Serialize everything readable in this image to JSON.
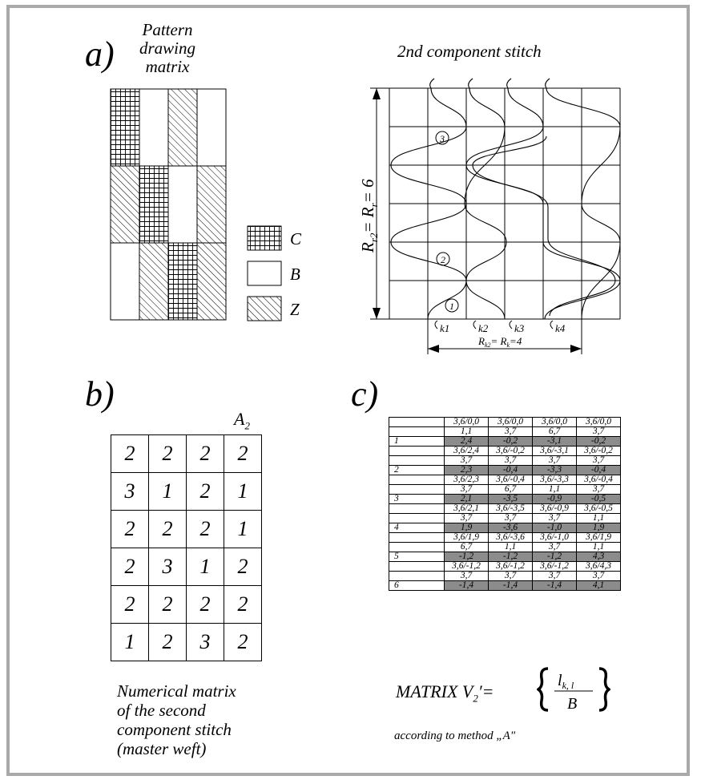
{
  "panel_a": {
    "label": "a)",
    "title_lines": [
      "Pattern",
      "drawing",
      "matrix"
    ],
    "legend": [
      {
        "key": "C",
        "fill": "grid"
      },
      {
        "key": "B",
        "fill": "white"
      },
      {
        "key": "Z",
        "fill": "hatch"
      }
    ],
    "pattern_rows": [
      [
        "C",
        "B",
        "Z",
        "B"
      ],
      [
        "Z",
        "C",
        "B",
        "Z"
      ],
      [
        "B",
        "Z",
        "C",
        "Z"
      ]
    ]
  },
  "panel_stitch": {
    "title": "2nd component stitch",
    "vertical_label": "R",
    "vertical_label_sub": "r2",
    "vertical_label_mid": "= R",
    "vertical_label_sub2": "r",
    "vertical_label_end": "= 6",
    "column_labels": [
      "k1",
      "k2",
      "k3",
      "k4"
    ],
    "horizontal_label": "R",
    "horizontal_label_sub": "k2",
    "horizontal_label_mid": "= R",
    "horizontal_label_sub2": "k",
    "horizontal_label_end": "=4",
    "circled": [
      "1",
      "2",
      "3"
    ]
  },
  "panel_b": {
    "label": "b)",
    "header": "A",
    "header_sub": "2",
    "rows": [
      [
        "2",
        "2",
        "2",
        "2"
      ],
      [
        "3",
        "1",
        "2",
        "1"
      ],
      [
        "2",
        "2",
        "2",
        "1"
      ],
      [
        "2",
        "3",
        "1",
        "2"
      ],
      [
        "2",
        "2",
        "2",
        "2"
      ],
      [
        "1",
        "2",
        "3",
        "2"
      ]
    ],
    "caption": [
      "Numerical matrix",
      "of the second",
      "component stitch",
      "(master weft)"
    ]
  },
  "panel_c": {
    "label": "c)",
    "rows": [
      {
        "label": "",
        "gray": false,
        "cells": [
          "3,6/0,0",
          "3,6/0,0",
          "3,6/0,0",
          "3,6/0,0"
        ]
      },
      {
        "label": "",
        "gray": false,
        "cells": [
          "1,1",
          "3,7",
          "6,7",
          "3,7"
        ]
      },
      {
        "label": "1",
        "gray": true,
        "cells": [
          "2,4",
          "-0,2",
          "-3,1",
          "-0,2"
        ]
      },
      {
        "label": "",
        "gray": false,
        "cells": [
          "3,6/2,4",
          "3,6/-0,2",
          "3,6/-3,1",
          "3,6/-0,2"
        ]
      },
      {
        "label": "",
        "gray": false,
        "cells": [
          "3,7",
          "3,7",
          "3,7",
          "3,7"
        ]
      },
      {
        "label": "2",
        "gray": true,
        "cells": [
          "2,3",
          "-0,4",
          "-3,3",
          "-0,4"
        ]
      },
      {
        "label": "",
        "gray": false,
        "cells": [
          "3,6/2,3",
          "3,6/-0,4",
          "3,6/-3,3",
          "3,6/-0,4"
        ]
      },
      {
        "label": "",
        "gray": false,
        "cells": [
          "3,7",
          "6,7",
          "1,1",
          "3,7"
        ]
      },
      {
        "label": "3",
        "gray": true,
        "cells": [
          "2,1",
          "-3,5",
          "-0,9",
          "-0,5"
        ]
      },
      {
        "label": "",
        "gray": false,
        "cells": [
          "3,6/2,1",
          "3,6/-3,5",
          "3,6/-0,9",
          "3,6/-0,5"
        ]
      },
      {
        "label": "",
        "gray": false,
        "cells": [
          "3,7",
          "3,7",
          "3,7",
          "1,1"
        ]
      },
      {
        "label": "4",
        "gray": true,
        "cells": [
          "1,9",
          "-3,6",
          "-1,0",
          "1,9"
        ]
      },
      {
        "label": "",
        "gray": false,
        "cells": [
          "3,6/1,9",
          "3,6/-3,6",
          "3,6/-1,0",
          "3,6/1,9"
        ]
      },
      {
        "label": "",
        "gray": false,
        "cells": [
          "6,7",
          "1,1",
          "3,7",
          "1,1"
        ]
      },
      {
        "label": "5",
        "gray": true,
        "cells": [
          "-1,2",
          "-1,2",
          "-1,2",
          "4,3"
        ]
      },
      {
        "label": "",
        "gray": false,
        "cells": [
          "3,6/-1,2",
          "3,6/-1,2",
          "3,6/-1,2",
          "3,6/4,3"
        ]
      },
      {
        "label": "",
        "gray": false,
        "cells": [
          "3,7",
          "3,7",
          "3,7",
          "3,7"
        ]
      },
      {
        "label": "6",
        "gray": true,
        "cells": [
          "-1,4",
          "-1,4",
          "-1,4",
          "4,1"
        ]
      }
    ],
    "formula_prefix": "MATRIX V",
    "formula_sub": "2",
    "formula_eq": "′=",
    "formula_num": "l",
    "formula_num_sub": "k, l",
    "formula_den": "B",
    "note": "according to method „A\""
  },
  "colors": {
    "frame": "#a9a9a9",
    "gray_cell": "#8c8c8c",
    "ink": "#000000"
  }
}
